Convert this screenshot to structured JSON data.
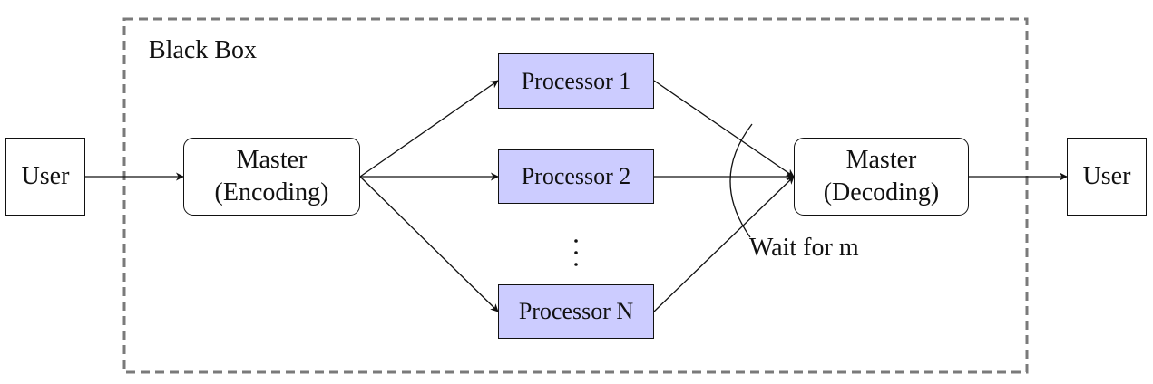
{
  "black_box": {
    "label": "Black Box"
  },
  "user_left": {
    "label": "User"
  },
  "user_right": {
    "label": "User"
  },
  "master_encoding": {
    "line1": "Master",
    "line2": "(Encoding)"
  },
  "master_decoding": {
    "line1": "Master",
    "line2": "(Decoding)"
  },
  "processors": [
    {
      "label": "Processor 1"
    },
    {
      "label": "Processor 2"
    },
    {
      "label": "Processor N"
    }
  ],
  "wait_label": "Wait for m",
  "colors": {
    "processor_fill": "#ccccff",
    "box_border": "#7a7a7a",
    "line": "#111111"
  }
}
